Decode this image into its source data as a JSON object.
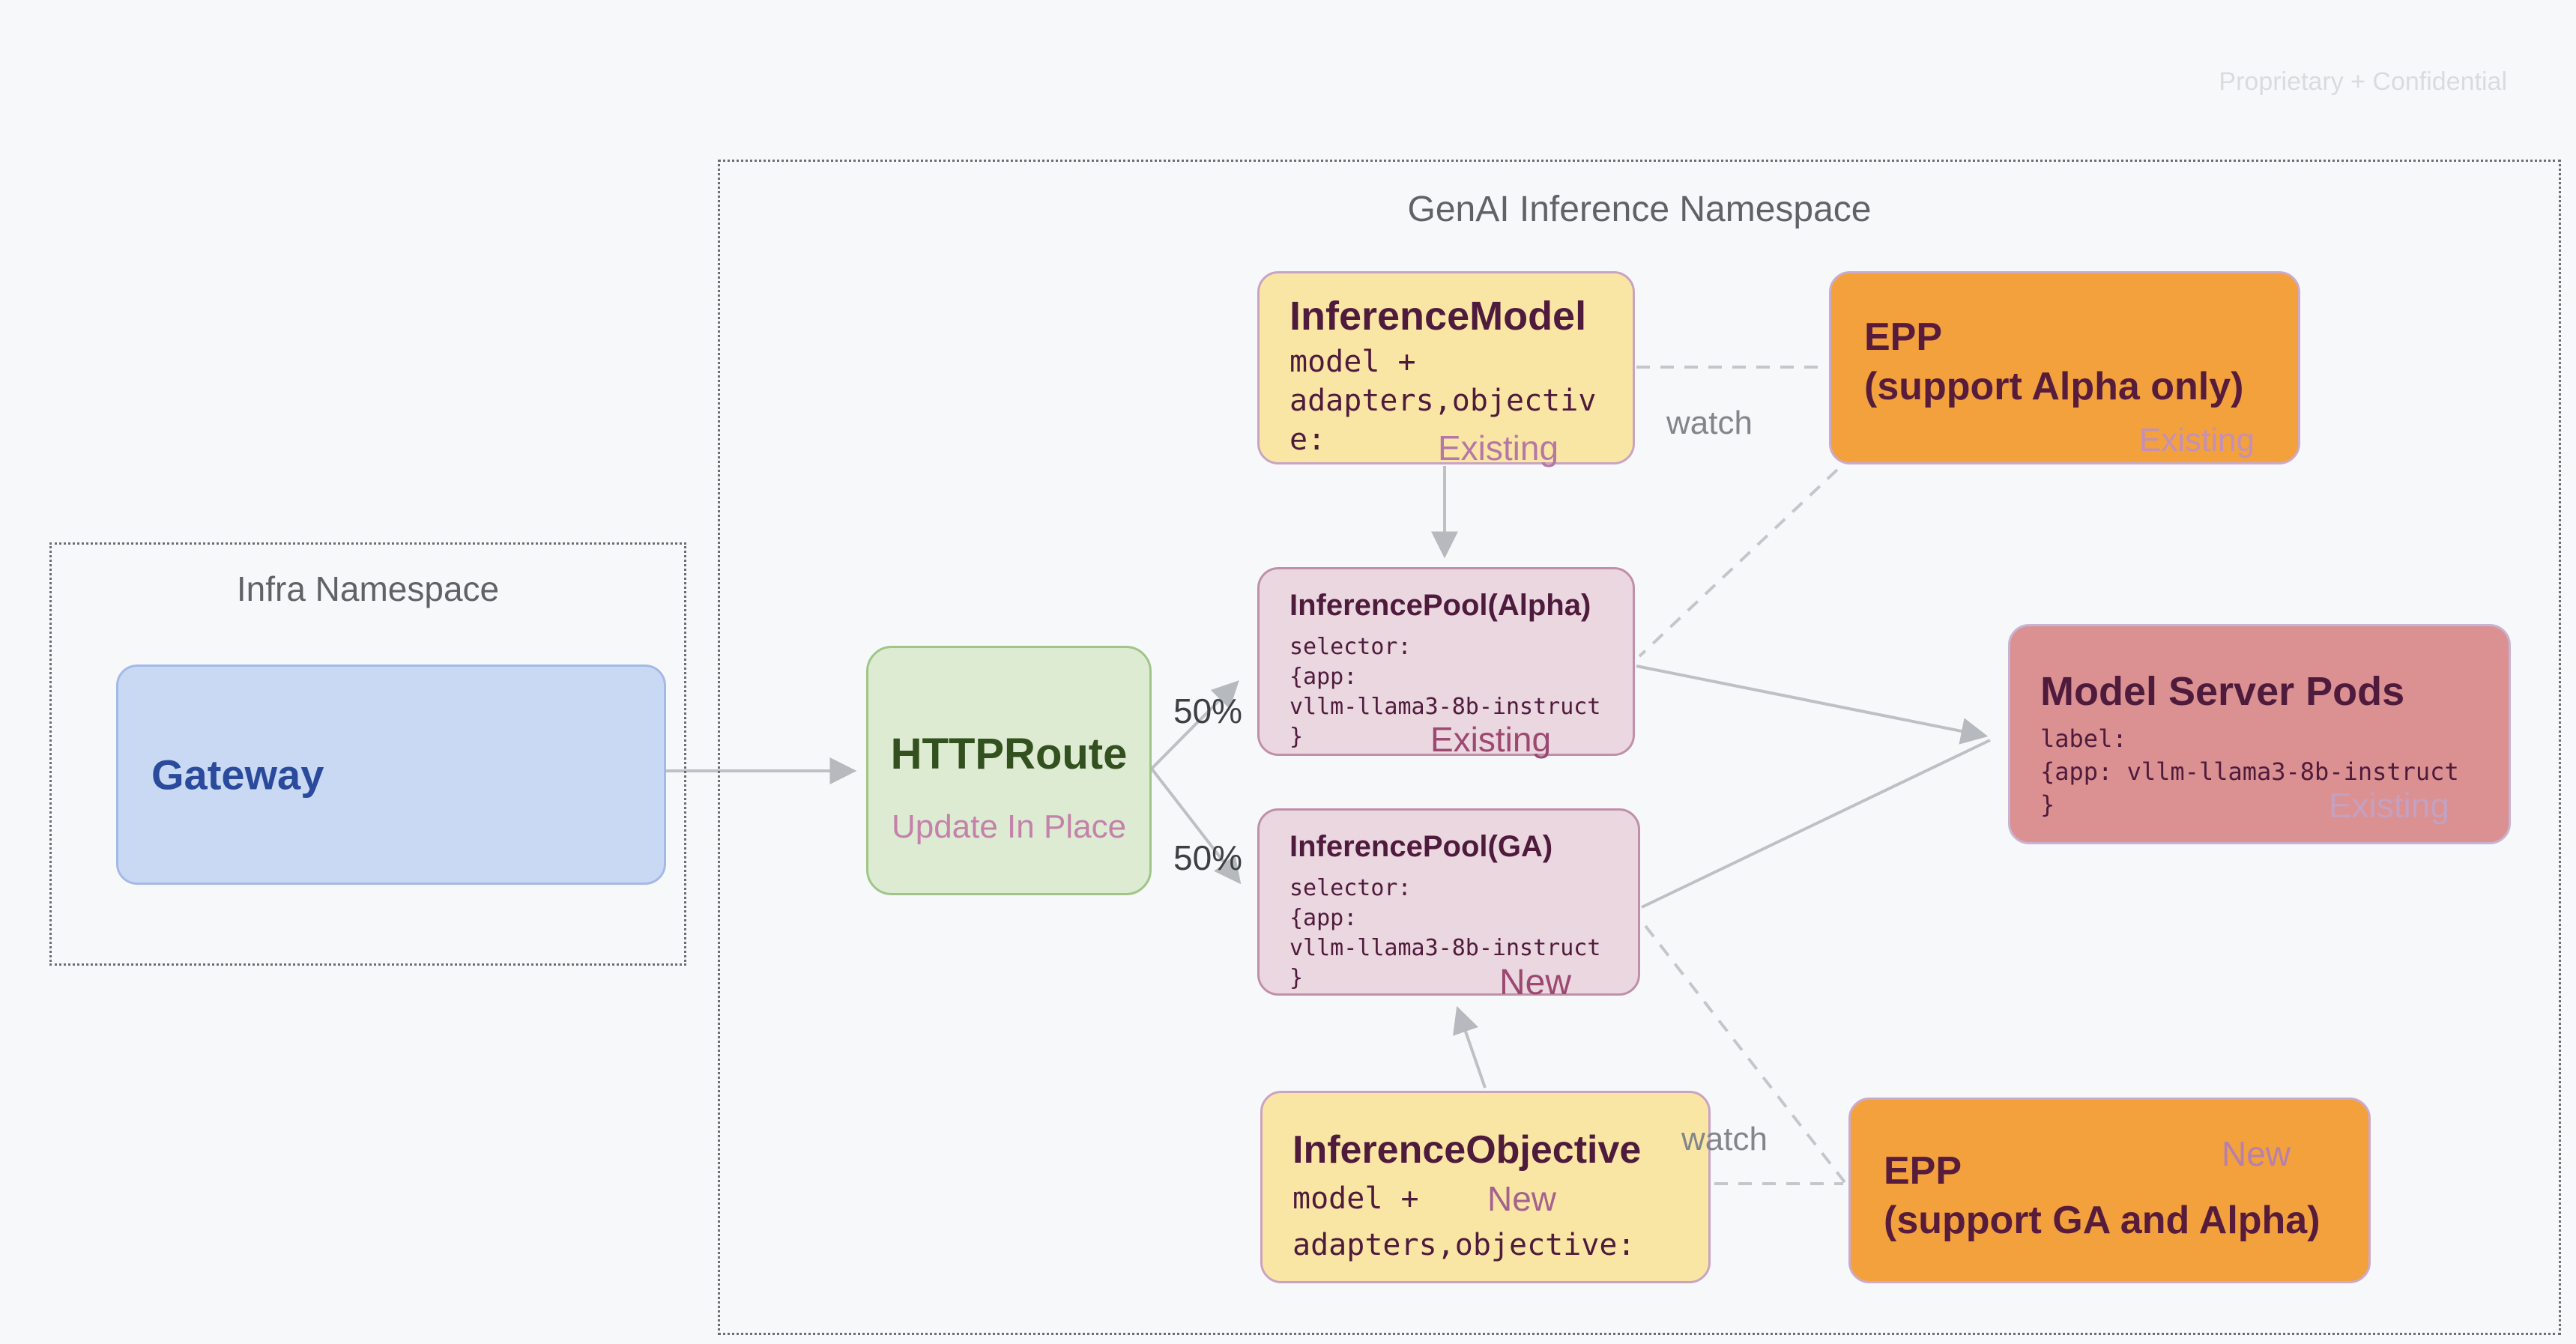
{
  "page": {
    "watermark": "Proprietary + Confidential",
    "background_color": "#F7F8FA"
  },
  "colors": {
    "namespace_border": "#6A6E73",
    "namespace_title": "#5F6368",
    "arrow": "#BDC0C4",
    "dashed_line": "#C3C6CA",
    "yellow_fill": "#FAE6A4",
    "yellow_border": "#C9A3C3",
    "orange_fill": "#F2A13D",
    "orange_border": "#CBAACB",
    "pool_fill": "#EBD7E0",
    "pool_border": "#C08FA9",
    "salmon_fill": "#DB9191",
    "salmon_border": "#C9B3D2",
    "green_fill": "#DDEBD3",
    "green_border": "#9FC687",
    "blue_fill": "#C9D9F4",
    "blue_border": "#A3B9E6",
    "maroon_text": "#4F1B3D",
    "green_text": "#33511F",
    "blue_text": "#2A4B9B",
    "pool_status_text": "#9C4870",
    "mauve_status_text": "#B577A6",
    "watch_label_text": "#80868B",
    "percent_label_text": "#3C4043"
  },
  "infra": {
    "title": "Infra Namespace",
    "gateway": {
      "title": "Gateway"
    }
  },
  "genai": {
    "title": "GenAI Inference Namespace",
    "inference_model": {
      "title": "InferenceModel",
      "code_lines": [
        "model +",
        "adapters,objectiv",
        "e:"
      ],
      "status": "Existing"
    },
    "epp_alpha": {
      "title_line1": "EPP",
      "title_line2": "(support Alpha only)",
      "status": "Existing"
    },
    "pool_alpha": {
      "title": "InferencePool(Alpha)",
      "code_lines": [
        "selector:",
        "{app:",
        "vllm-llama3-8b-instruct",
        "}"
      ],
      "status": "Existing"
    },
    "pool_ga": {
      "title": "InferencePool(GA)",
      "code_lines": [
        "selector:",
        "{app:",
        "vllm-llama3-8b-instruct",
        "}"
      ],
      "status": "New"
    },
    "model_server_pods": {
      "title": "Model Server Pods",
      "code_lines": [
        "label:",
        "{app: vllm-llama3-8b-instruct",
        "}"
      ],
      "status": "Existing"
    },
    "httproute": {
      "title": "HTTPRoute",
      "subtitle": "Update In Place"
    },
    "inference_objective": {
      "title": "InferenceObjective",
      "code_line_top": "model +",
      "status": "New",
      "code_line_bottom": "adapters,objective:"
    },
    "epp_ga": {
      "title_line1": "EPP",
      "title_line2": "(support GA and Alpha)",
      "status": "New"
    }
  },
  "edges": {
    "split_top_label": "50%",
    "split_bottom_label": "50%",
    "watch_top_label": "watch",
    "watch_bottom_label": "watch"
  }
}
